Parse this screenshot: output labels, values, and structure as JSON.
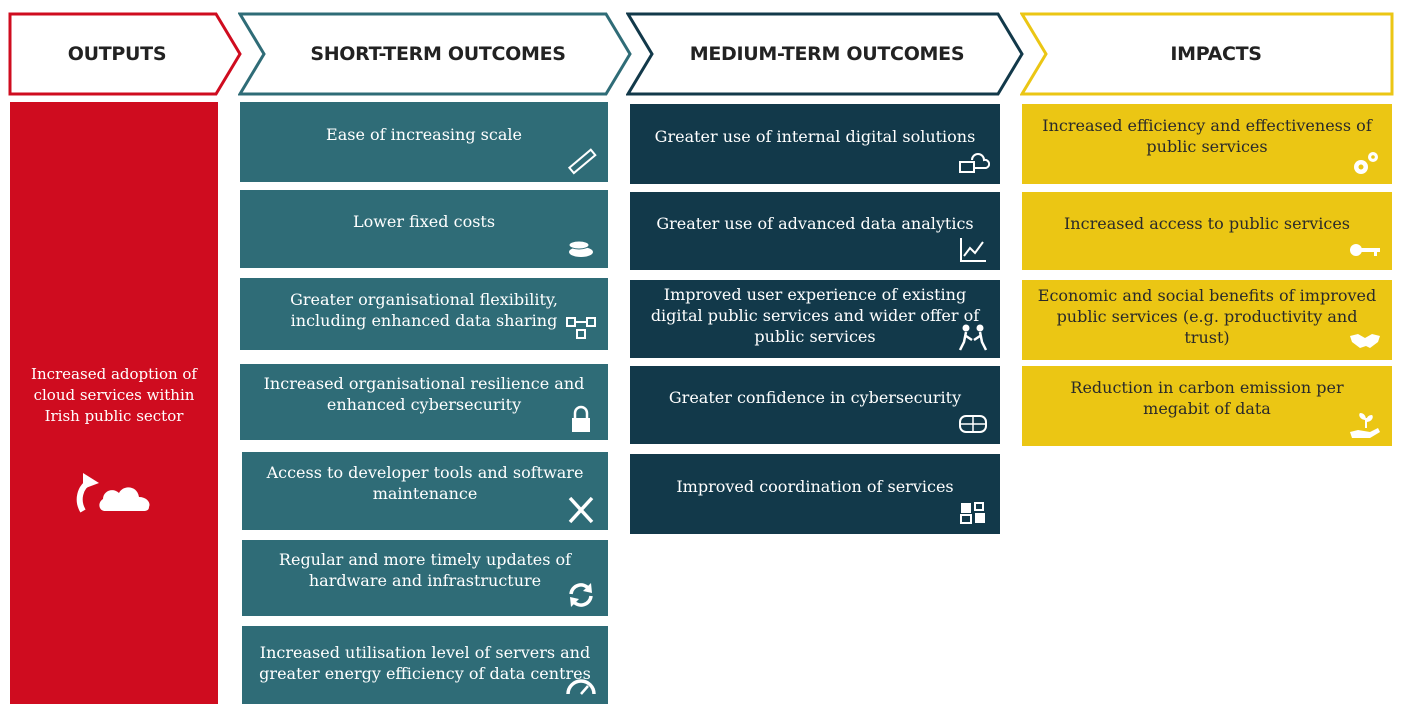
{
  "colors": {
    "outputs": "#cf0c1f",
    "short_term": "#2f6c77",
    "medium_term": "#12394a",
    "impacts": "#ebc614"
  },
  "headers": {
    "outputs": "OUTPUTS",
    "short_term": "SHORT-TERM OUTCOMES",
    "medium_term": "MEDIUM-TERM OUTCOMES",
    "impacts": "IMPACTS"
  },
  "outputs": {
    "text": "Increased adoption of cloud services within Irish public sector",
    "icon": "cloud-upload-icon"
  },
  "short_term": [
    {
      "text": "Ease of increasing scale",
      "icon": "ruler-icon"
    },
    {
      "text": "Lower fixed costs",
      "icon": "coins-icon"
    },
    {
      "text": "Greater organisational flexibility, including enhanced data sharing",
      "icon": "network-icon"
    },
    {
      "text": "Increased organisational resilience and enhanced cybersecurity",
      "icon": "lock-icon"
    },
    {
      "text": "Access to developer tools and software maintenance",
      "icon": "tools-icon"
    },
    {
      "text": "Regular and more timely updates of hardware and infrastructure",
      "icon": "refresh-icon"
    },
    {
      "text": "Increased utilisation level of servers and greater energy efficiency of data centres",
      "icon": "gauge-icon"
    }
  ],
  "medium_term": [
    {
      "text": "Greater use of internal digital solutions",
      "icon": "devices-icon"
    },
    {
      "text": "Greater use of advanced data analytics",
      "icon": "line-chart-icon"
    },
    {
      "text": "Improved user experience of existing digital public services and wider offer of public services",
      "icon": "people-icon"
    },
    {
      "text": "Greater confidence in cybersecurity",
      "icon": "shield-icon"
    },
    {
      "text": "Improved coordination of services",
      "icon": "puzzle-icon"
    }
  ],
  "impacts": [
    {
      "text": "Increased efficiency and effectiveness of public services",
      "icon": "gears-icon"
    },
    {
      "text": "Increased access to public services",
      "icon": "key-icon"
    },
    {
      "text": "Economic and social benefits of improved public services (e.g. productivity and trust)",
      "icon": "handshake-icon"
    },
    {
      "text": "Reduction in carbon emission per megabit of data",
      "icon": "plant-hand-icon"
    }
  ]
}
